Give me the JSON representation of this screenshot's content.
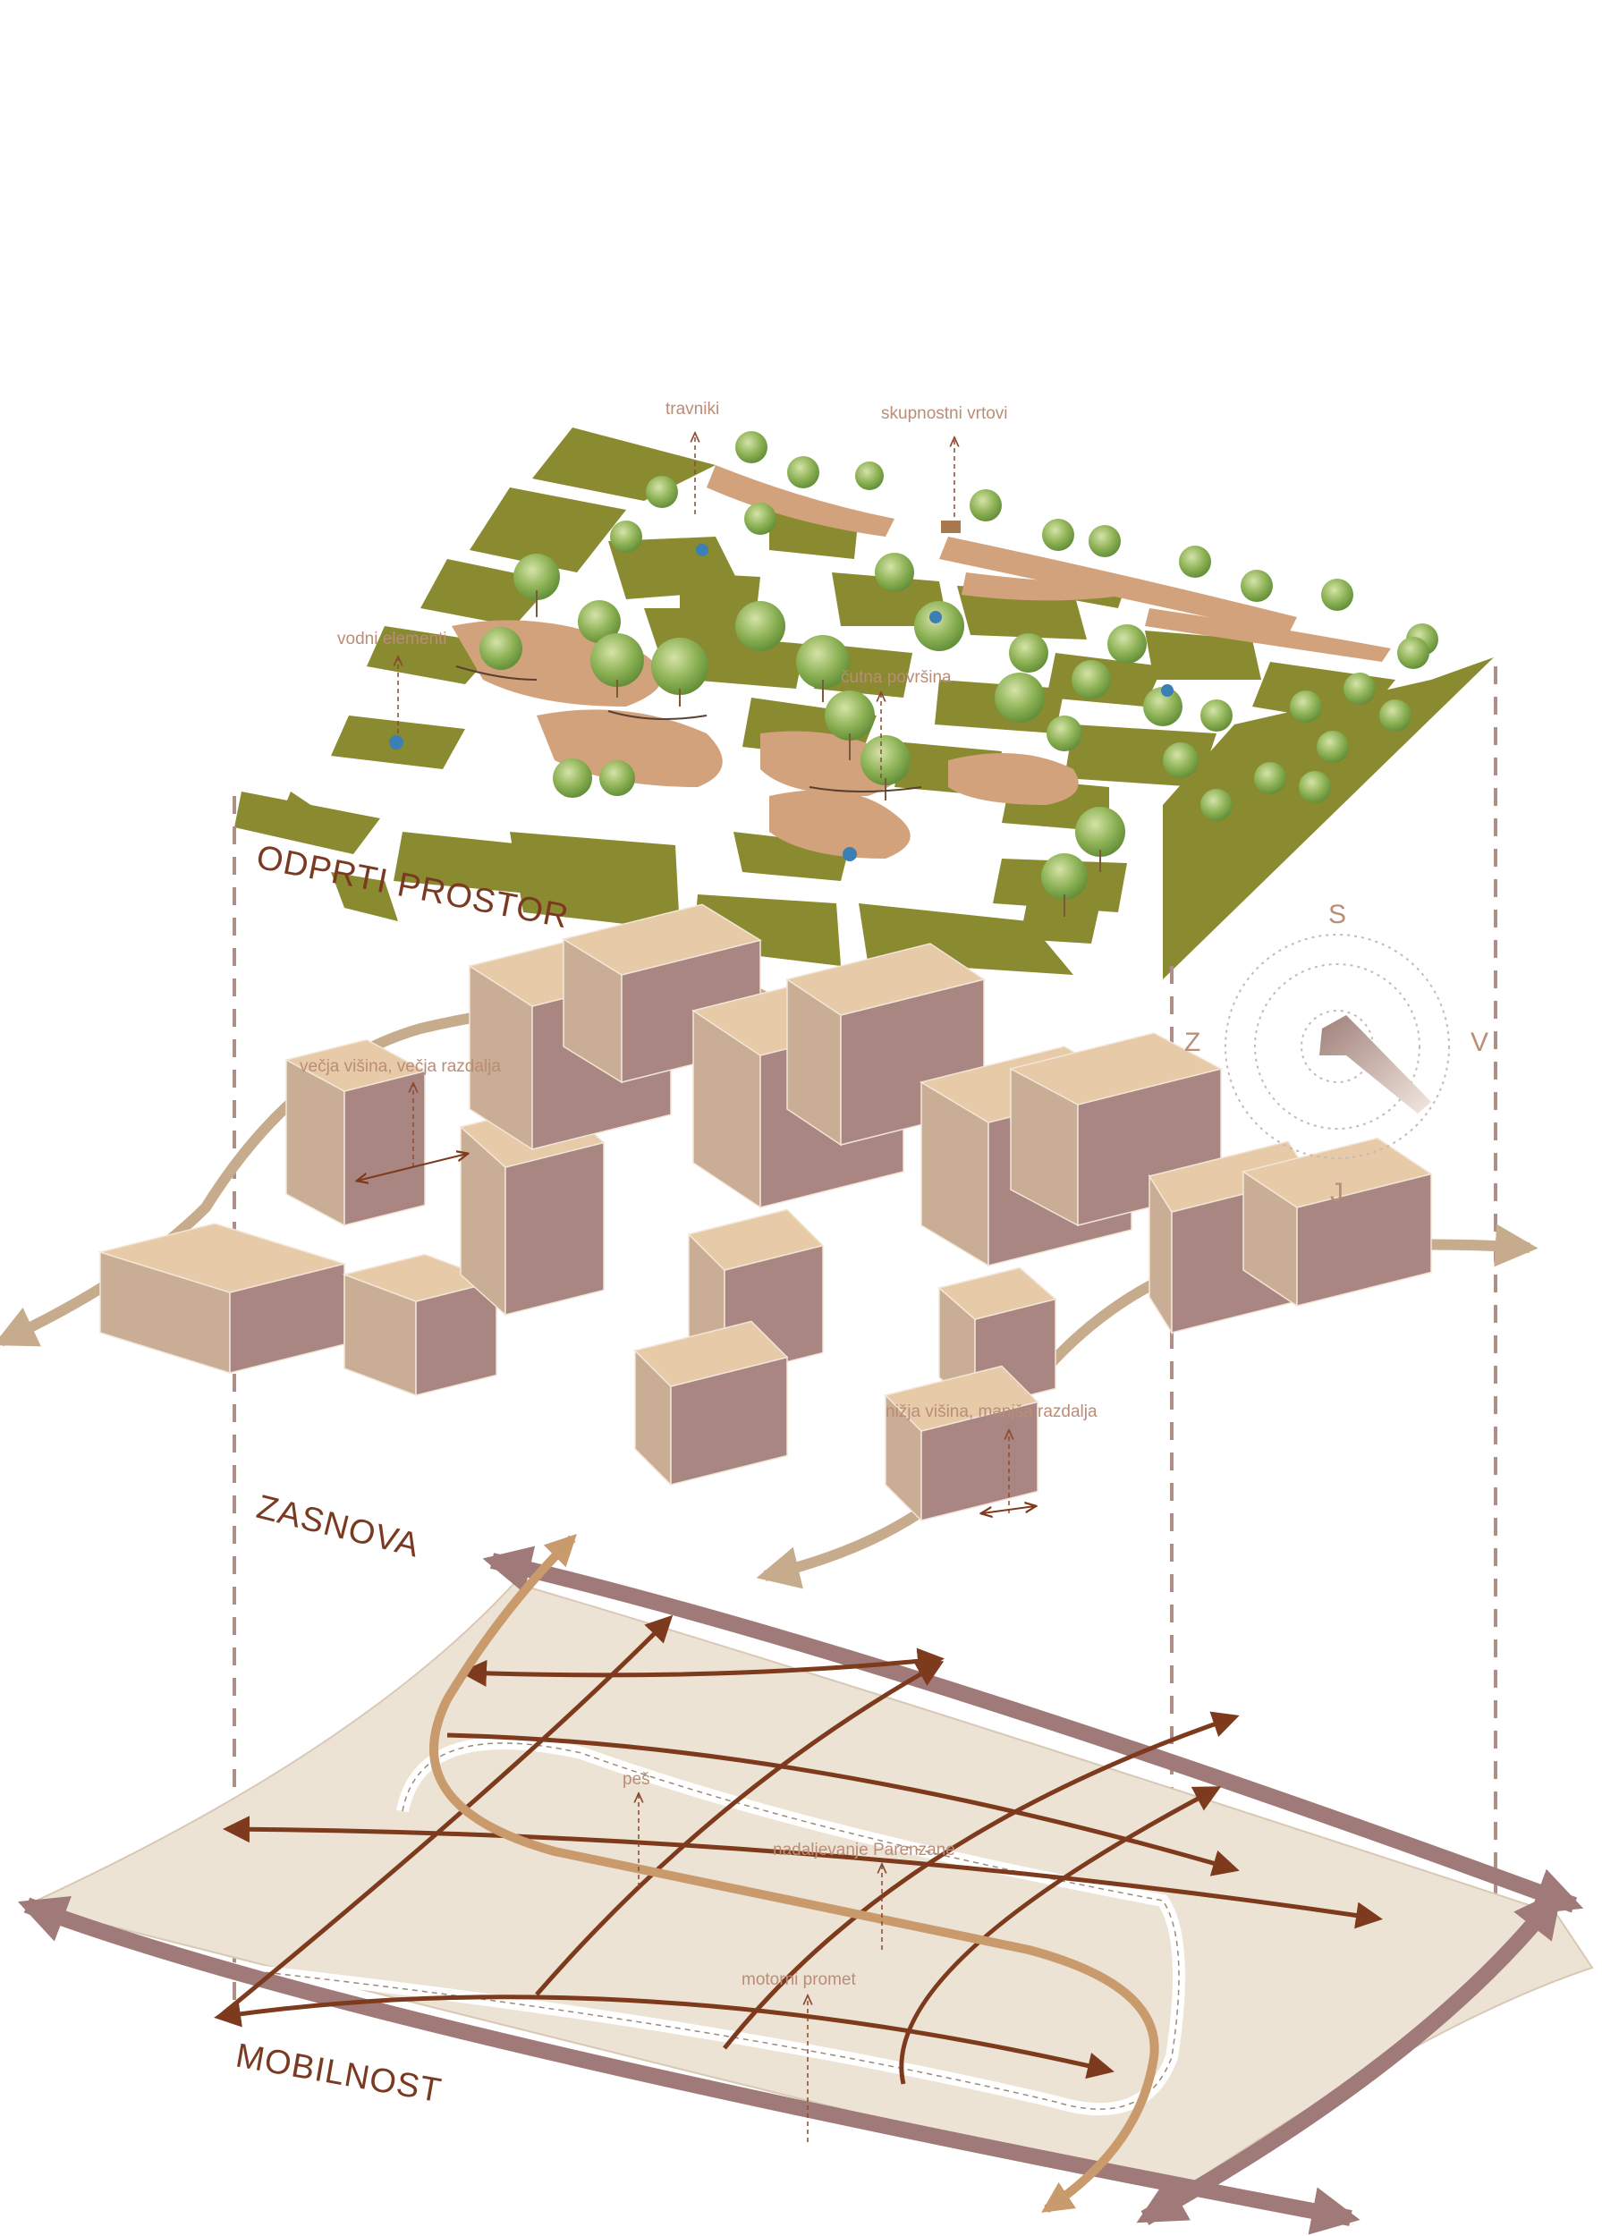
{
  "layers": {
    "top": "ODPRTI PROSTOR",
    "middle": "ZASNOVA",
    "bottom": "MOBILNOST"
  },
  "annotations": {
    "travniki": "travniki",
    "skupnostni_vrtovi": "skupnostni vrtovi",
    "vodni_elementi": "vodni elementi",
    "obcutna": "čutna površina",
    "vecja": "večja višina, večja razdalja",
    "nizja": "nižja višina, manjša razdalja",
    "pes": "peš",
    "parenzana": "nadaljevanje Parenzane",
    "motorni": "motorni promet"
  },
  "compass": {
    "n": "S",
    "w": "Z",
    "e": "V",
    "s": "J"
  },
  "colors": {
    "grass": "#8a8a30",
    "path": "#d2a27c",
    "building_light": "#e7caa8",
    "building_shade": "#c9ad94",
    "building_dark": "#a98682",
    "arrow_brown": "#7d3a1d",
    "arrow_tan": "#c7ab8d",
    "road": "#a07a78",
    "ground": "#ede3d4",
    "dash": "#b08e88"
  }
}
